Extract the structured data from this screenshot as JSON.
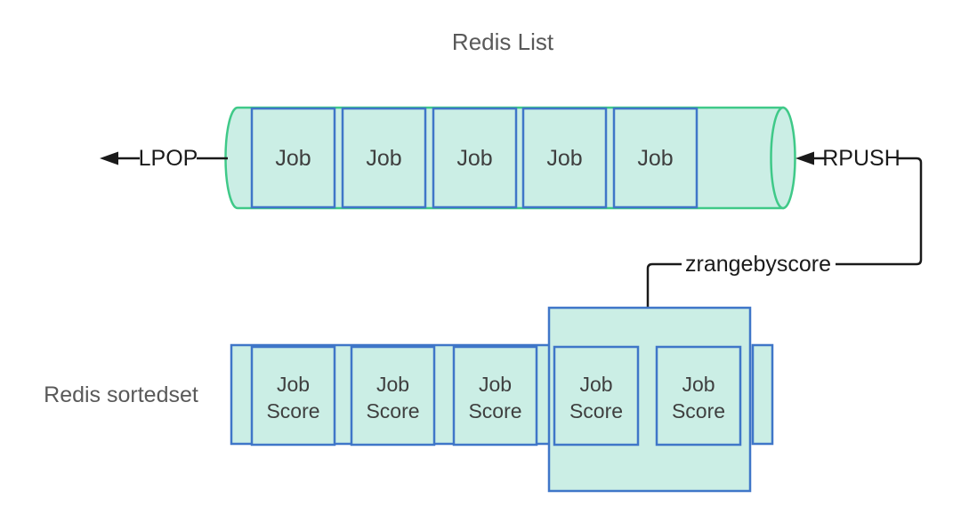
{
  "colors": {
    "shape_fill_mint": "#cbeee5",
    "cylinder_stroke_green": "#3fc988",
    "box_stroke_blue": "#3f76c8",
    "connector_black": "#1a1a1a",
    "section_label_gray": "#595959",
    "box_text_gray": "#3f3f3f"
  },
  "redis_list": {
    "title": "Redis List",
    "lpop_label": "LPOP",
    "rpush_label": "RPUSH",
    "items": [
      "Job",
      "Job",
      "Job",
      "Job",
      "Job"
    ]
  },
  "connector": {
    "label": "zrangebyscore"
  },
  "redis_sortedset": {
    "label": "Redis sortedset",
    "items": [
      {
        "line1": "Job",
        "line2": "Score"
      },
      {
        "line1": "Job",
        "line2": "Score"
      },
      {
        "line1": "Job",
        "line2": "Score"
      },
      {
        "line1": "Job",
        "line2": "Score"
      },
      {
        "line1": "Job",
        "line2": "Score"
      }
    ]
  }
}
